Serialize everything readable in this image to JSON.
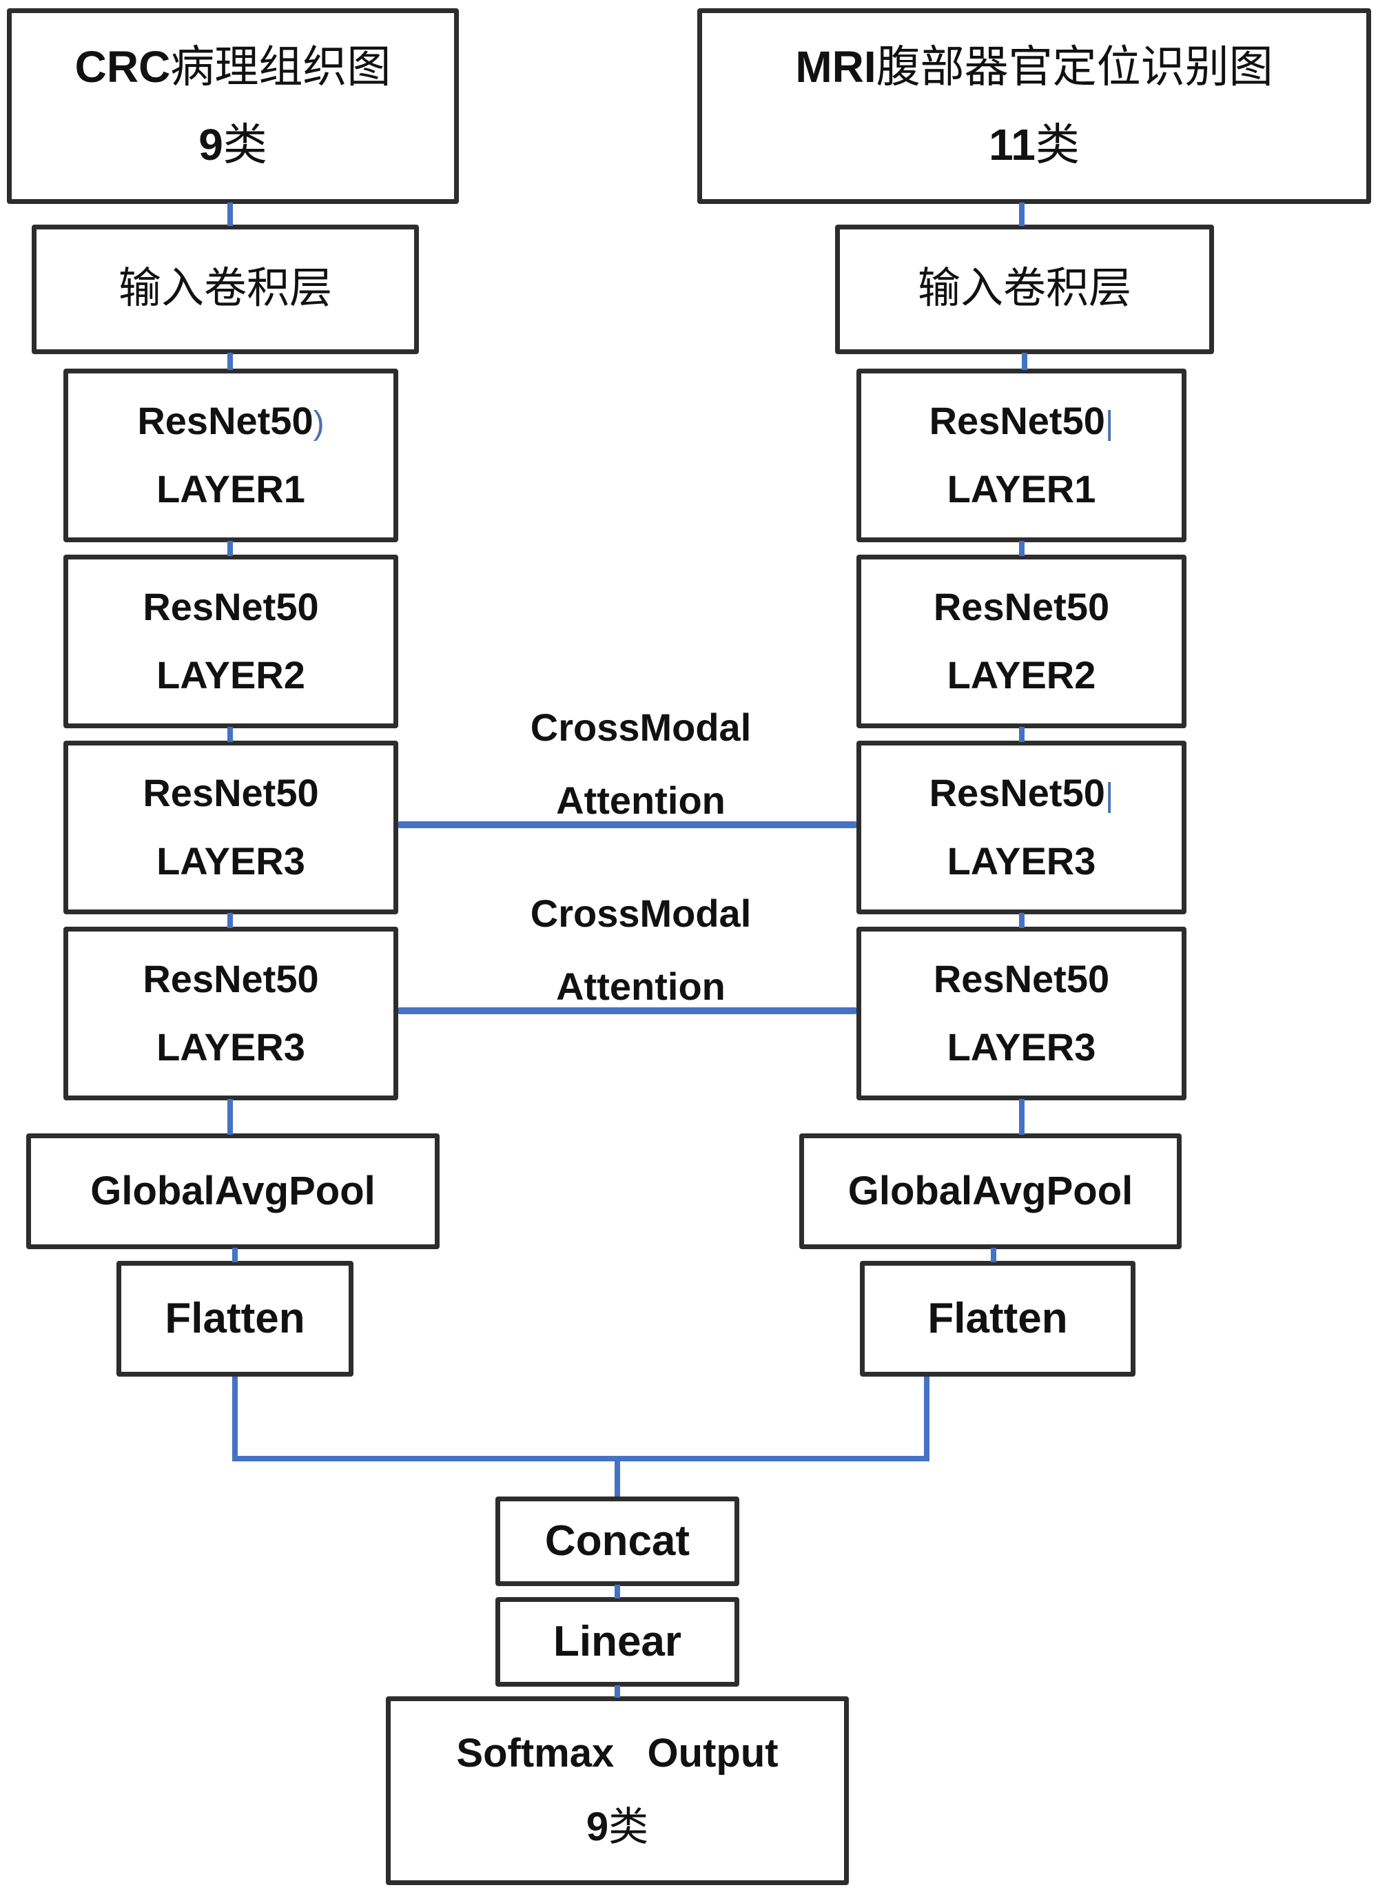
{
  "diagram_title": "Dual-branch ResNet50 cross-modal attention network",
  "colors": {
    "box_border": "#2d2d2d",
    "connector_blue": "#4472c4",
    "text": "#111111",
    "background": "#ffffff"
  },
  "left": {
    "input": {
      "t1_latin": "CRC",
      "t1_cjk": "病理组织图",
      "t2_latin": "9",
      "t2_cjk": "类"
    },
    "conv": "输入卷积层",
    "layers": [
      {
        "line1": "ResNet50",
        "suffix": ")",
        "line2": "LAYER1"
      },
      {
        "line1": "ResNet50",
        "suffix": "",
        "line2": "LAYER2"
      },
      {
        "line1": "ResNet50",
        "suffix": "",
        "line2": "LAYER3"
      },
      {
        "line1": "ResNet50",
        "suffix": "",
        "line2": "LAYER3"
      }
    ],
    "pool": "GlobalAvgPool",
    "flatten": "Flatten"
  },
  "right": {
    "input": {
      "t1_latin": "MRI",
      "t1_cjk": "腹部器官定位识别图",
      "t2_latin": "11",
      "t2_cjk": "类"
    },
    "conv": "输入卷积层",
    "layers": [
      {
        "line1": "ResNet50",
        "suffix": "|",
        "line2": "LAYER1"
      },
      {
        "line1": "ResNet50",
        "suffix": "",
        "line2": "LAYER2"
      },
      {
        "line1": "ResNet50",
        "suffix": "|",
        "line2": "LAYER3"
      },
      {
        "line1": "ResNet50",
        "suffix": "",
        "line2": "LAYER3"
      }
    ],
    "pool": "GlobalAvgPool",
    "flatten": "Flatten"
  },
  "cross_modal": [
    {
      "line1": "CrossModal",
      "line2": "Attention"
    },
    {
      "line1": "CrossModal",
      "line2": "Attention"
    }
  ],
  "bottom": {
    "concat": "Concat",
    "linear": "Linear",
    "softmax_latin": "Softmax   Output",
    "softmax2_latin": "9",
    "softmax2_cjk": "类"
  }
}
